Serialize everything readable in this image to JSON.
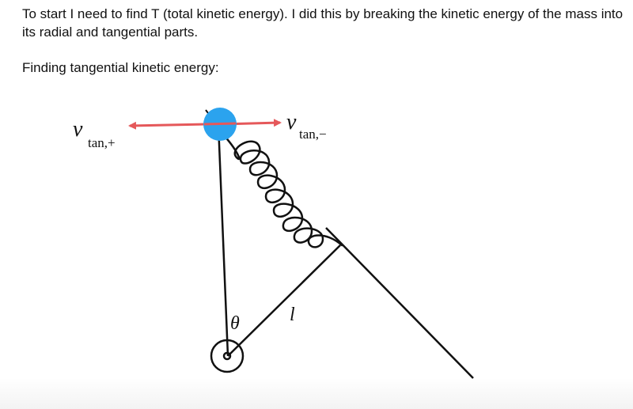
{
  "text": {
    "intro": "To start I need to find T (total kinetic energy). I did this by breaking the kinetic energy of the mass into its radial and tangential parts.",
    "heading": "Finding tangential kinetic energy:"
  },
  "figure": {
    "labels": {
      "v_left": "v",
      "v_left_sub": "tan,+",
      "v_right": "v",
      "v_right_sub": "tan,−",
      "theta": "θ",
      "length": "l"
    },
    "colors": {
      "mass": "#2ba3ee",
      "arrow": "#e5585a",
      "ink": "#111111"
    }
  }
}
